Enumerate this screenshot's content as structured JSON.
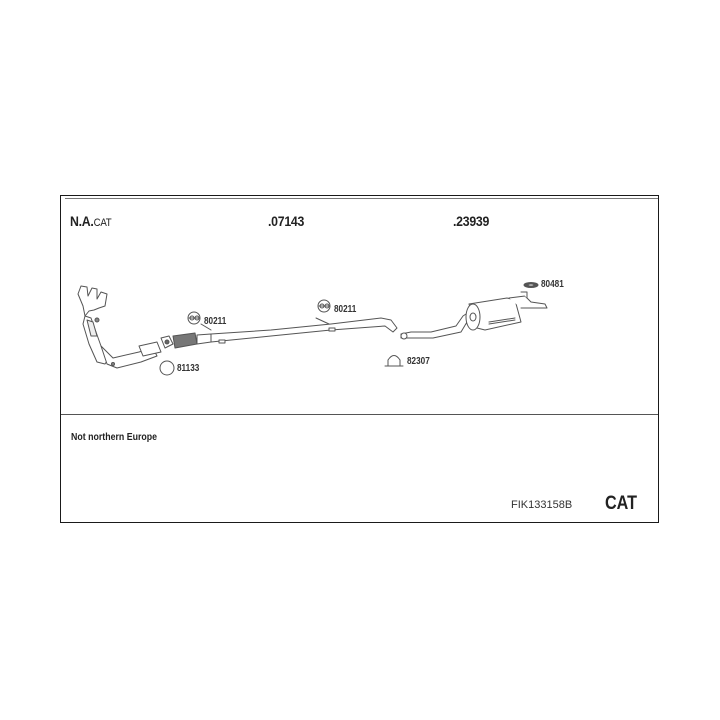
{
  "header": {
    "variant_bold": "N.A.",
    "variant_suffix": "CAT",
    "group_1": ".07143",
    "group_2": ".23939"
  },
  "parts": [
    {
      "id": "hanger-1",
      "number": "80211",
      "icon": "rubber-hanger-icon"
    },
    {
      "id": "hanger-2",
      "number": "80211",
      "icon": "rubber-hanger-icon"
    },
    {
      "id": "gasket-ring",
      "number": "81133",
      "icon": "sealing-ring-icon"
    },
    {
      "id": "clamp",
      "number": "82307",
      "icon": "u-clamp-icon"
    },
    {
      "id": "hanger-rear",
      "number": "80481",
      "icon": "rubber-strap-icon"
    }
  ],
  "components": [
    {
      "name": "manifold-catalytic-converter",
      "icon": "catalytic-converter-icon"
    },
    {
      "name": "flex-pipe",
      "icon": "flex-pipe-icon"
    },
    {
      "name": "intermediate-pipe",
      "icon": "pipe-icon"
    },
    {
      "name": "rear-pipe",
      "icon": "pipe-icon"
    },
    {
      "name": "rear-muffler",
      "icon": "muffler-icon"
    }
  ],
  "footer": {
    "note": "Not northern Europe",
    "kit_number": "FIK133158B",
    "kit_type": "CAT"
  },
  "colors": {
    "line": "#555555",
    "border": "#1a1a1a",
    "fill": "#ffffff"
  }
}
